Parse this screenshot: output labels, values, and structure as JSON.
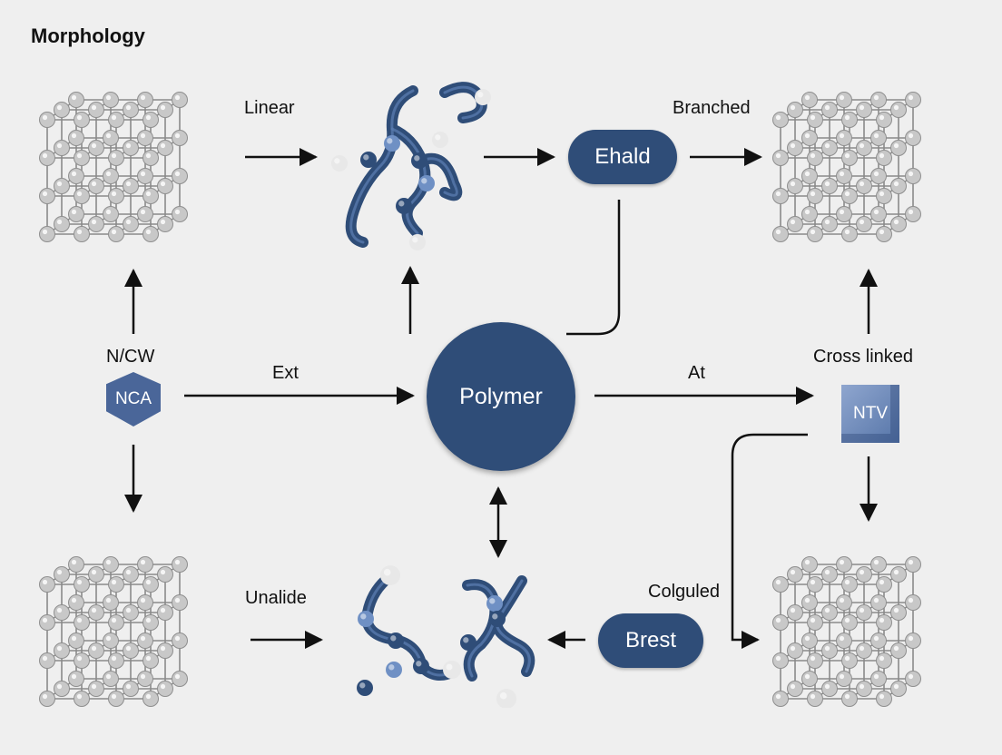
{
  "title": "Morphology",
  "labels": {
    "linear": "Linear",
    "branched": "Branched",
    "ncw": "N/CW",
    "ext": "Ext",
    "at": "At",
    "crosslinked": "Cross linked",
    "unalide": "Unalide",
    "colguled": "Colguled"
  },
  "nodes": {
    "polymer": "Polymer",
    "ehald": "Ehald",
    "brest": "Brest",
    "nca": "NCA",
    "ntv": "NTV"
  },
  "colors": {
    "node_blue": "#2f4d78",
    "bead_gray": "#c8c8c8",
    "chain_blue": "#2f4d78"
  },
  "icons": [
    "lattice-top-left-icon",
    "lattice-top-right-icon",
    "lattice-bottom-left-icon",
    "lattice-bottom-right-icon",
    "molecule-top-icon",
    "molecule-bottom-icon",
    "nca-hexagon-icon",
    "ntv-cube-icon"
  ]
}
